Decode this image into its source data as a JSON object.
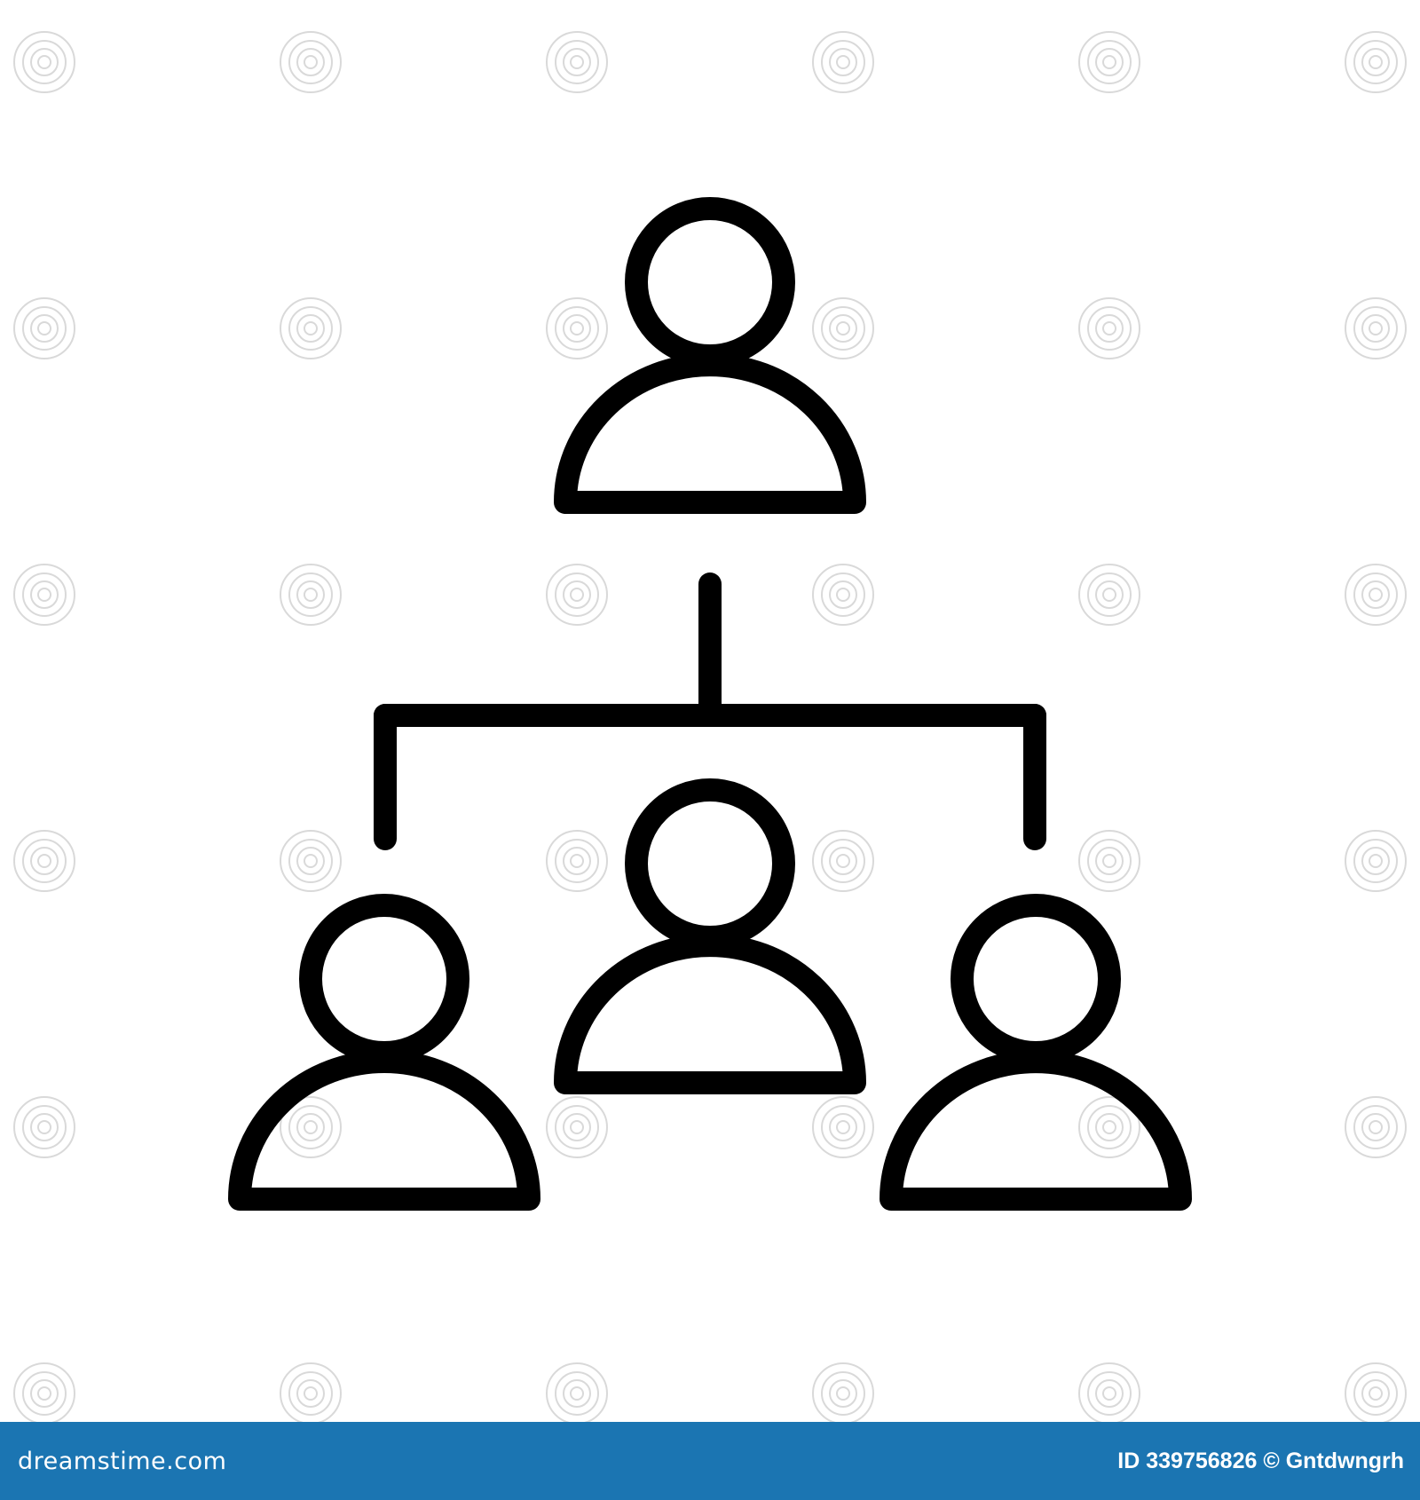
{
  "illustration": {
    "icon": "organization-hierarchy-icon",
    "stroke_color": "#000000",
    "background_color": "#ffffff"
  },
  "watermark": {
    "brand_text": "dreamstime.com",
    "icon": "spiral-watermark-icon",
    "color": "#d9d9d9"
  },
  "footer": {
    "logo_text": "dreamstime.com",
    "credit_text": "ID 339756826 © Gntdwngrh",
    "background_color": "#1b75b2",
    "text_color": "#ffffff"
  }
}
